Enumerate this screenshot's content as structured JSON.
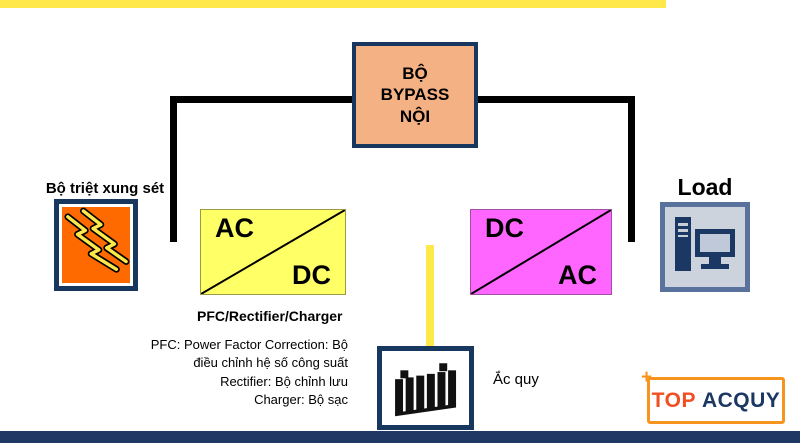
{
  "diagram": {
    "bypass": {
      "line1": "BỘ",
      "line2": "BYPASS",
      "line3": "NỘI"
    },
    "surge_protector": {
      "label": "Bộ triệt xung sét"
    },
    "rectifier": {
      "input": "AC",
      "output": "DC",
      "caption": "PFC/Rectifier/Charger"
    },
    "inverter": {
      "input": "DC",
      "output": "AC"
    },
    "load": {
      "label": "Load"
    },
    "battery": {
      "label": "Ắc quy"
    },
    "notes": {
      "line1": "PFC: Power Factor Correction: Bộ",
      "line2": "điều chỉnh hệ số công suất",
      "line3": "Rectifier: Bộ chỉnh lưu",
      "line4": "Charger: Bộ sạc"
    }
  },
  "logo": {
    "plus": "+",
    "part1": "TOP",
    "part2": "ACQUY"
  },
  "colors": {
    "navy_border": "#17375E",
    "wire_yellow": "#FFE94A",
    "bypass_fill": "#F4B183",
    "surge_fill": "#FF6A00",
    "rectifier_fill": "#FFFF66",
    "inverter_fill": "#FF66FF",
    "load_border": "#59719D",
    "logo_orange": "#F7941D",
    "logo_text_orange": "#F04E23",
    "logo_text_navy": "#1B3764",
    "footer_navy": "#203864"
  }
}
